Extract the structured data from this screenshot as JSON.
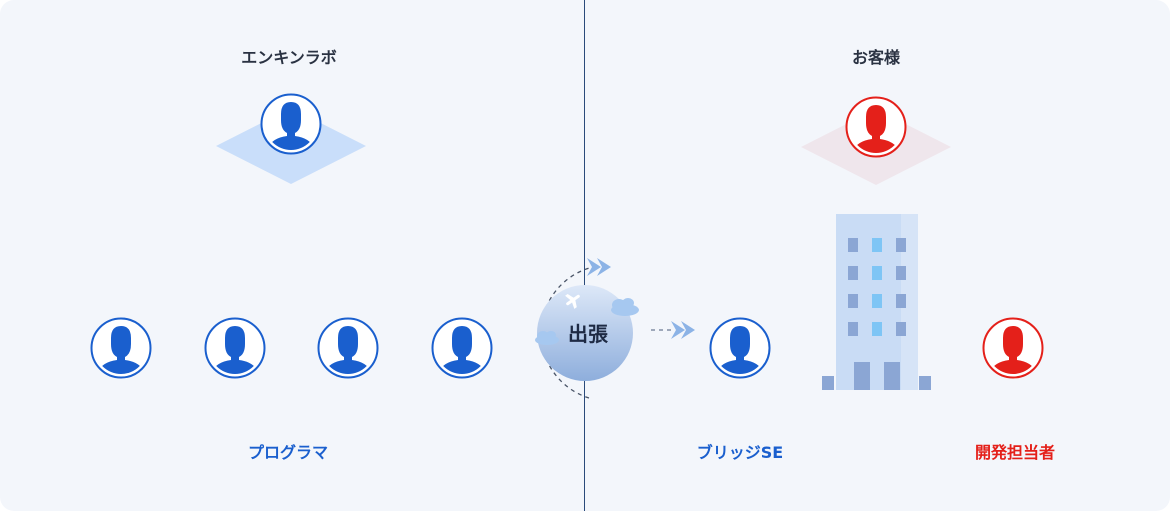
{
  "left": {
    "title": "エンキンラボ",
    "role_label": "プログラマ"
  },
  "right": {
    "title": "お客様",
    "se_label": "ブリッジSE",
    "dev_label": "開発担当者"
  },
  "center": {
    "globe_label": "出張"
  },
  "colors": {
    "blue": "#1a5fce",
    "red": "#e4201a",
    "background": "#f3f6fb"
  },
  "icons": [
    "person-icon",
    "building-icon",
    "airplane-icon",
    "cloud-icon",
    "arrow-icon"
  ]
}
